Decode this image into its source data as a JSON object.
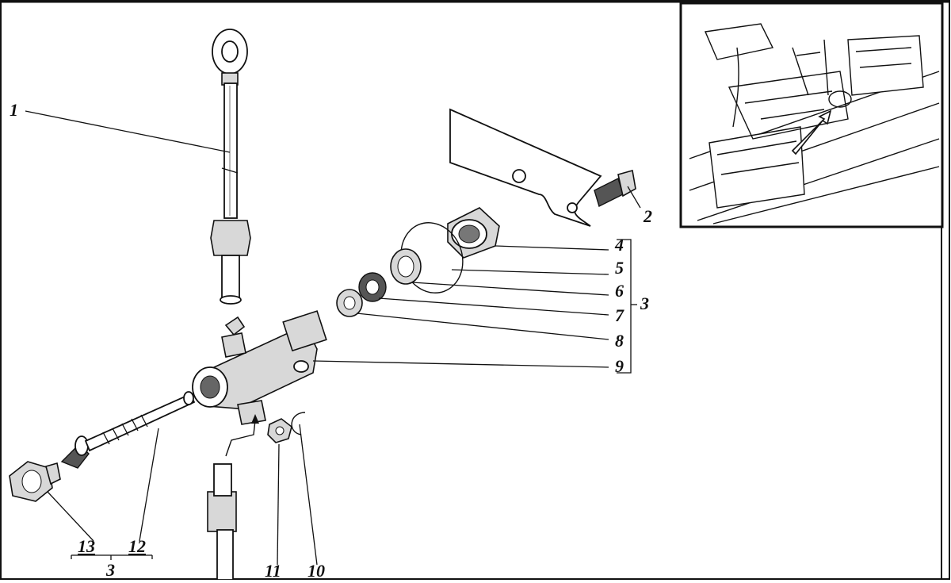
{
  "labels": {
    "l1": "1",
    "l2": "2",
    "l3_group": "3",
    "l4": "4",
    "l5": "5",
    "l6": "6",
    "l7": "7",
    "l8": "8",
    "l9": "9",
    "l10": "10",
    "l11": "11",
    "l12": "12",
    "l13": "13",
    "l3_bottom": "3"
  }
}
